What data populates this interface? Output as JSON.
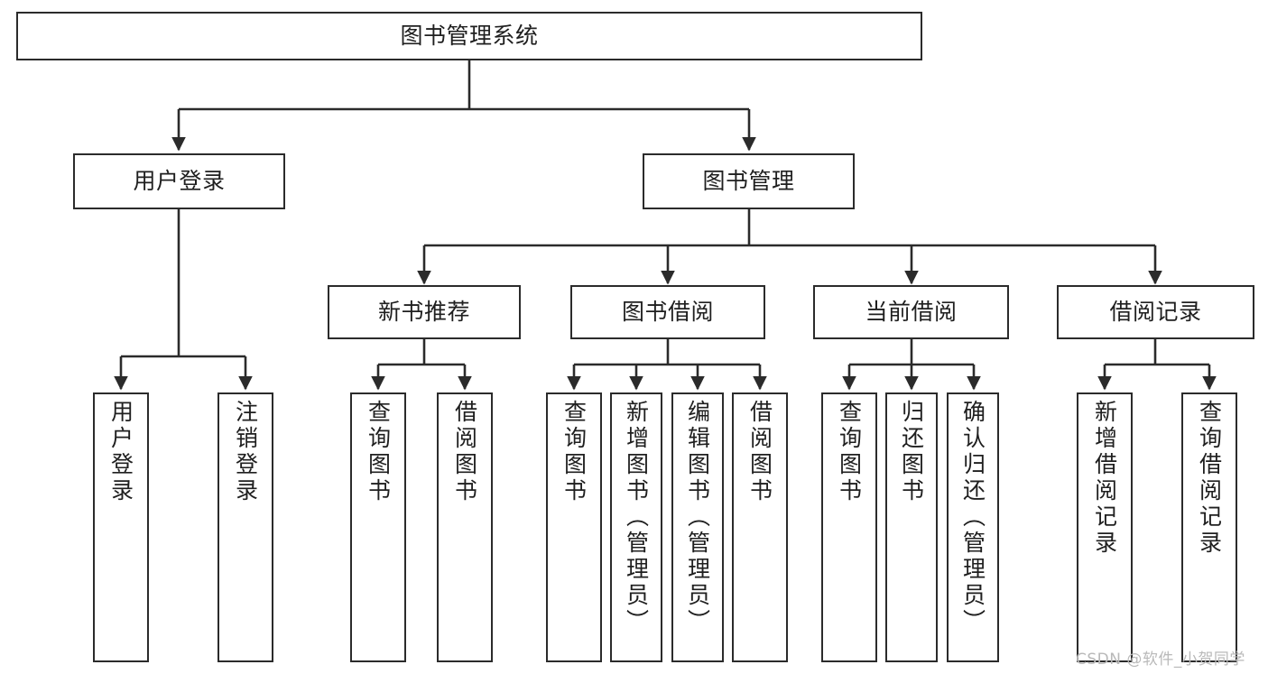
{
  "diagram": {
    "title": "图书管理系统",
    "type": "tree-hierarchy",
    "orientation": "top-down",
    "colors": {
      "box_stroke": "#2b2b2b",
      "box_fill": "#ffffff",
      "connector": "#2b2b2b",
      "text": "#1f1f1f",
      "watermark": "#b9b9b9",
      "background": "#ffffff"
    },
    "root": {
      "label": "图书管理系统"
    },
    "level2": [
      {
        "label": "用户登录"
      },
      {
        "label": "图书管理"
      }
    ],
    "level3": [
      {
        "label": "新书推荐"
      },
      {
        "label": "图书借阅"
      },
      {
        "label": "当前借阅"
      },
      {
        "label": "借阅记录"
      }
    ],
    "leaves": {
      "user_login": [
        {
          "label": "用户登录"
        },
        {
          "label": "注销登录"
        }
      ],
      "new_book_recommend": [
        {
          "label": "查询图书"
        },
        {
          "label": "借阅图书"
        }
      ],
      "book_borrow": [
        {
          "label": "查询图书"
        },
        {
          "label": "新增图书（管理员）"
        },
        {
          "label": "编辑图书（管理员）"
        },
        {
          "label": "借阅图书"
        }
      ],
      "current_borrow": [
        {
          "label": "查询图书"
        },
        {
          "label": "归还图书"
        },
        {
          "label": "确认归还（管理员）"
        }
      ],
      "borrow_records": [
        {
          "label": "新增借阅记录"
        },
        {
          "label": "查询借阅记录"
        }
      ]
    }
  },
  "watermark": {
    "text": "CSDN @软件_小贺同学"
  }
}
